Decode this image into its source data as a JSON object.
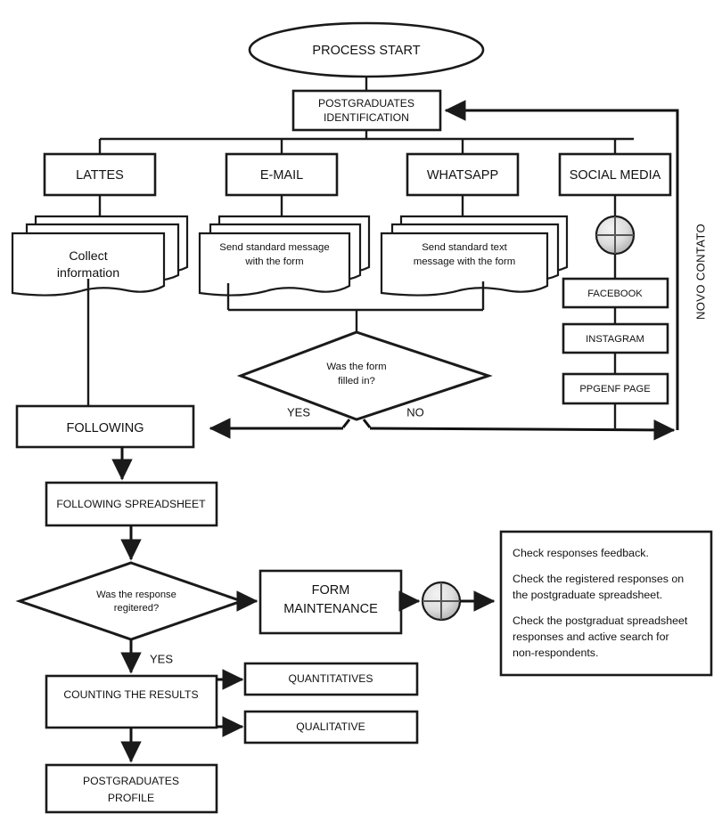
{
  "diagram": {
    "title_text": "PROCESS START",
    "side_label": "NOVO CONTATO",
    "nodes": {
      "start": "PROCESS START",
      "identification_line1": "POSTGRADUATES",
      "identification_line2": "IDENTIFICATION",
      "channel_lattes": "LATTES",
      "channel_email": "E-MAIL",
      "channel_whatsapp": "WHATSAPP",
      "channel_social": "SOCIAL MEDIA",
      "doc_lattes_line1": "Collect",
      "doc_lattes_line2": "information",
      "doc_email_line1": "Send standard message",
      "doc_email_line2": "with the form",
      "doc_whatsapp_line1": "Send standard text",
      "doc_whatsapp_line2": "message with the form",
      "social_facebook": "FACEBOOK",
      "social_instagram": "INSTAGRAM",
      "social_ppgenf": "PPGENF PAGE",
      "decision_form_line1": "Was the form",
      "decision_form_line2": "filled in?",
      "label_yes_form": "YES",
      "label_no_form": "NO",
      "following": "FOLLOWING",
      "following_spreadsheet": "FOLLOWING SPREADSHEET",
      "decision_response_line1": "Was the response",
      "decision_response_line2": "regitered?",
      "label_yes_response": "YES",
      "form_maintenance_line1": "FORM",
      "form_maintenance_line2": "MAINTENANCE",
      "counting_results": "COUNTING THE RESULTS",
      "quantitatives": "QUANTITATIVES",
      "qualitative": "QUALITATIVE",
      "profile_line1": "POSTGRADUATES",
      "profile_line2": "PROFILE"
    },
    "note": {
      "line1": "Check responses feedback.",
      "line2a": "Check the registered responses on",
      "line2b": "the postgraduate spreadsheet.",
      "line3a": "Check the postgraduat spreadsheet",
      "line3b": "responses and active search for",
      "line3c": "non-respondents."
    },
    "colors": {
      "stroke": "#1a1a1a",
      "fill": "#ffffff",
      "text": "#111111",
      "circle_light": "#e9e9e9",
      "circle_mid": "#bdbdbd",
      "circle_dark": "#a8a8a8"
    }
  }
}
